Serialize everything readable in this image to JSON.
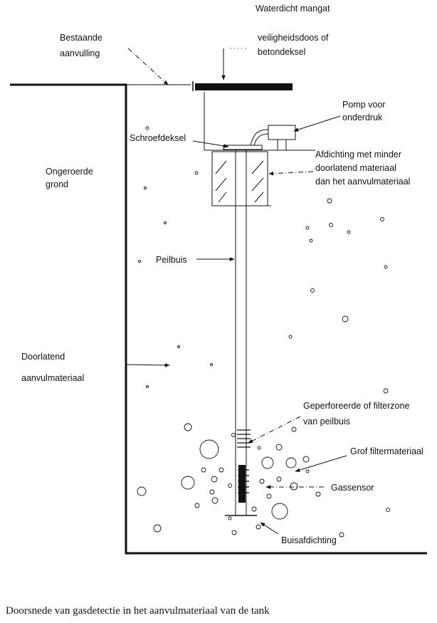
{
  "labels": {
    "waterdicht_mangat": "Waterdicht mangat",
    "bestaande_line1": "Bestaande",
    "bestaande_line2": "aanvulling",
    "veiligheid_line1": "veiligheidsdoos of",
    "veiligheid_line2": "betondeksel",
    "pomp_line1": "Pomp voor",
    "pomp_line2": "onderdruk",
    "schroefdeksel": "Schroefdeksel",
    "afdichting_line1": "Afdichting met minder",
    "afdichting_line2": "doorlatend materiaal",
    "afdichting_line3": "dan het aanvulmateriaal",
    "ongeroerde_line1": "Ongeroerde",
    "ongeroerde_line2": "grond",
    "peilbuis": "Peilbuis",
    "doorlatend_line1": "Doorlatend",
    "doorlatend_line2": "aanvulmateriaal",
    "geperforeerde_line1": "Geperforeerde of filterzone",
    "geperforeerde_line2": "van peilbuis",
    "grof_filter": "Grof filtermateriaal",
    "gassensor": "Gassensor",
    "buisafdichting": "Buisafdichting"
  },
  "caption": "Doorsnede van gasdetectie in het aanvulmateriaal van de tank"
}
